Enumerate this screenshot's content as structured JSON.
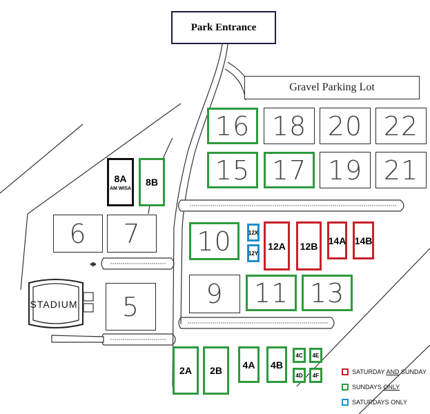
{
  "entrance": {
    "label": "Park Entrance"
  },
  "gravel_lot": {
    "label": "Gravel Parking Lot"
  },
  "stadium": {
    "label": "STADIUM"
  },
  "fields": [
    {
      "id": "16",
      "label": "16",
      "type": "green"
    },
    {
      "id": "18",
      "label": "18",
      "type": "plain"
    },
    {
      "id": "20",
      "label": "20",
      "type": "plain"
    },
    {
      "id": "22",
      "label": "22",
      "type": "plain"
    },
    {
      "id": "15",
      "label": "15",
      "type": "green"
    },
    {
      "id": "17",
      "label": "17",
      "type": "green"
    },
    {
      "id": "19",
      "label": "19",
      "type": "plain"
    },
    {
      "id": "21",
      "label": "21",
      "type": "plain"
    },
    {
      "id": "8a",
      "label": "8A",
      "sublabel": "AM WISA",
      "type": "black"
    },
    {
      "id": "8b",
      "label": "8B",
      "type": "green"
    },
    {
      "id": "6",
      "label": "6",
      "type": "plain"
    },
    {
      "id": "7",
      "label": "7",
      "type": "plain"
    },
    {
      "id": "10",
      "label": "10",
      "type": "green"
    },
    {
      "id": "12x",
      "label": "12X",
      "type": "blue"
    },
    {
      "id": "12y",
      "label": "12Y",
      "type": "blue"
    },
    {
      "id": "12a",
      "label": "12A",
      "type": "red"
    },
    {
      "id": "12b",
      "label": "12B",
      "type": "red"
    },
    {
      "id": "14a",
      "label": "14A",
      "type": "red"
    },
    {
      "id": "14b",
      "label": "14B",
      "type": "red"
    },
    {
      "id": "5",
      "label": "5",
      "type": "plain"
    },
    {
      "id": "9",
      "label": "9",
      "type": "plain"
    },
    {
      "id": "11",
      "label": "11",
      "type": "green"
    },
    {
      "id": "13",
      "label": "13",
      "type": "green"
    },
    {
      "id": "2a",
      "label": "2A",
      "type": "green"
    },
    {
      "id": "2b",
      "label": "2B",
      "type": "green"
    },
    {
      "id": "4a",
      "label": "4A",
      "type": "green"
    },
    {
      "id": "4b",
      "label": "4B",
      "type": "green"
    },
    {
      "id": "4c",
      "label": "4C",
      "type": "green"
    },
    {
      "id": "4e",
      "label": "4E",
      "type": "green"
    },
    {
      "id": "4d",
      "label": "4D",
      "type": "green"
    },
    {
      "id": "4f",
      "label": "4F",
      "type": "green"
    }
  ],
  "legend": [
    {
      "color": "#c8202a",
      "text_pre": "SATURDAY ",
      "text_u": "AND",
      "text_post": " SUNDAY"
    },
    {
      "color": "#2e9a3e",
      "text_pre": "SUNDAYS ",
      "text_u": "ONLY",
      "text_post": ""
    },
    {
      "color": "#1f8fd0",
      "text_pre": "SATURDAYS ONLY",
      "text_u": "",
      "text_post": ""
    }
  ]
}
